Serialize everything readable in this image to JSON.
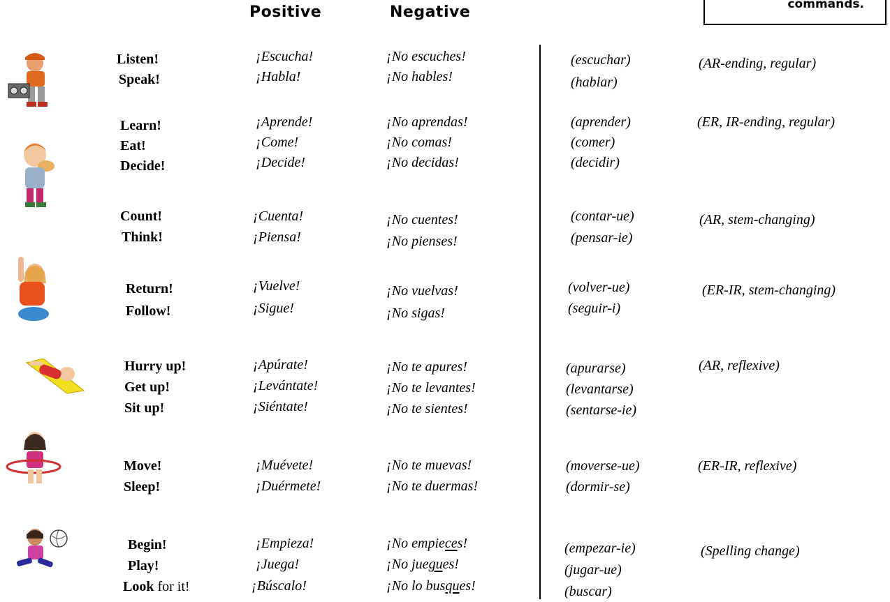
{
  "headers": {
    "positive": "Positive",
    "negative": "Negative"
  },
  "corner_note": "commands.",
  "groups": [
    {
      "english": [
        "Listen!",
        "Speak!"
      ],
      "positive": [
        "¡Escucha!",
        "¡Habla!"
      ],
      "negative": [
        "¡No escuches!",
        "¡No hables!"
      ],
      "infinitive": [
        "(escuchar)",
        "(hablar)"
      ],
      "category": "(AR-ending, regular)"
    },
    {
      "english": [
        "Learn!",
        "Eat!",
        "Decide!"
      ],
      "positive": [
        "¡Aprende!",
        "¡Come!",
        "¡Decide!"
      ],
      "negative": [
        "¡No aprendas!",
        "¡No comas!",
        "¡No decidas!"
      ],
      "infinitive": [
        "(aprender)",
        "(comer)",
        "(decidir)"
      ],
      "category": "(ER, IR-ending, regular)"
    },
    {
      "english": [
        "Count!",
        "Think!"
      ],
      "positive": [
        "¡Cuenta!",
        "¡Piensa!"
      ],
      "negative": [
        "¡No cuentes!",
        "¡No pienses!"
      ],
      "infinitive": [
        "(contar-ue)",
        "(pensar-ie)"
      ],
      "category": "(AR, stem-changing)"
    },
    {
      "english": [
        "Return!",
        "Follow!"
      ],
      "positive": [
        "¡Vuelve!",
        "¡Sigue!"
      ],
      "negative": [
        "¡No vuelvas!",
        "¡No sigas!"
      ],
      "infinitive": [
        "(volver-ue)",
        "(seguir-i)"
      ],
      "category": "(ER-IR, stem-changing)"
    },
    {
      "english": [
        "Hurry up!",
        "Get up!",
        "Sit up!"
      ],
      "positive": [
        "¡Apúrate!",
        "¡Levántate!",
        "¡Siéntate!"
      ],
      "negative": [
        "¡No te apures!",
        "¡No te levantes!",
        "¡No te sientes!"
      ],
      "infinitive": [
        "(apurarse)",
        "(levantarse)",
        "(sentarse-ie)"
      ],
      "category": "(AR, reflexive)"
    },
    {
      "english": [
        "Move!",
        "Sleep!"
      ],
      "positive": [
        "¡Muévete!",
        "¡Duérmete!"
      ],
      "negative": [
        "¡No te muevas!",
        "¡No te duermas!"
      ],
      "infinitive": [
        "(moverse-ue)",
        "(dormir-se)"
      ],
      "category": "(ER-IR, reflexive)"
    },
    {
      "english": [
        "Begin!",
        "Play!",
        "Look"
      ],
      "english_suffix": " for it!",
      "positive": [
        "¡Empieza!",
        "¡Juega!",
        "¡Búscalo!"
      ],
      "negative_parts": [
        [
          "¡No empie",
          "ce",
          "s!"
        ],
        [
          "¡No jue",
          "gu",
          "es!"
        ],
        [
          "¡No lo bus",
          "qu",
          "es!"
        ]
      ],
      "infinitive": [
        "(empezar-ie)",
        "(jugar-ue)",
        "(buscar)"
      ],
      "category": "(Spelling change)"
    }
  ]
}
